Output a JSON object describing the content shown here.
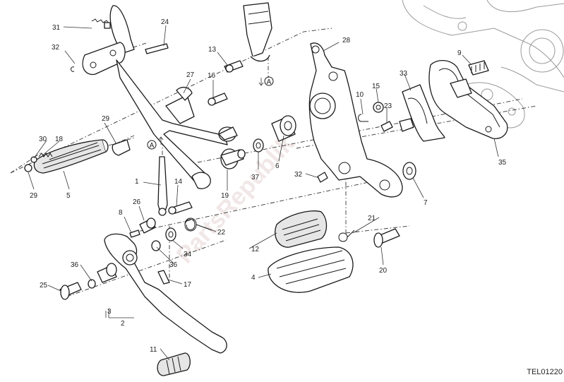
{
  "diagram": {
    "drawing_code": "TEL01220",
    "watermark": "PartsRepublik",
    "reference_marker": "A",
    "callouts": [
      {
        "id": "1",
        "label": "1"
      },
      {
        "id": "2",
        "label": "2"
      },
      {
        "id": "3",
        "label": "3"
      },
      {
        "id": "4",
        "label": "4"
      },
      {
        "id": "5",
        "label": "5"
      },
      {
        "id": "6",
        "label": "6"
      },
      {
        "id": "7",
        "label": "7"
      },
      {
        "id": "8",
        "label": "8"
      },
      {
        "id": "9",
        "label": "9"
      },
      {
        "id": "10",
        "label": "10"
      },
      {
        "id": "11",
        "label": "11"
      },
      {
        "id": "12",
        "label": "12"
      },
      {
        "id": "13",
        "label": "13"
      },
      {
        "id": "14",
        "label": "14"
      },
      {
        "id": "15",
        "label": "15"
      },
      {
        "id": "16",
        "label": "16"
      },
      {
        "id": "17",
        "label": "17"
      },
      {
        "id": "18",
        "label": "18"
      },
      {
        "id": "19",
        "label": "19"
      },
      {
        "id": "20",
        "label": "20"
      },
      {
        "id": "21",
        "label": "21"
      },
      {
        "id": "22",
        "label": "22"
      },
      {
        "id": "23",
        "label": "23"
      },
      {
        "id": "24",
        "label": "24"
      },
      {
        "id": "25",
        "label": "25"
      },
      {
        "id": "26",
        "label": "26"
      },
      {
        "id": "27",
        "label": "27"
      },
      {
        "id": "28",
        "label": "28"
      },
      {
        "id": "29a",
        "label": "29"
      },
      {
        "id": "29b",
        "label": "29"
      },
      {
        "id": "30",
        "label": "30"
      },
      {
        "id": "31",
        "label": "31"
      },
      {
        "id": "32a",
        "label": "32"
      },
      {
        "id": "32b",
        "label": "32"
      },
      {
        "id": "33",
        "label": "33"
      },
      {
        "id": "34",
        "label": "34"
      },
      {
        "id": "35",
        "label": "35"
      },
      {
        "id": "36a",
        "label": "36"
      },
      {
        "id": "36b",
        "label": "36"
      },
      {
        "id": "37",
        "label": "37"
      }
    ]
  }
}
